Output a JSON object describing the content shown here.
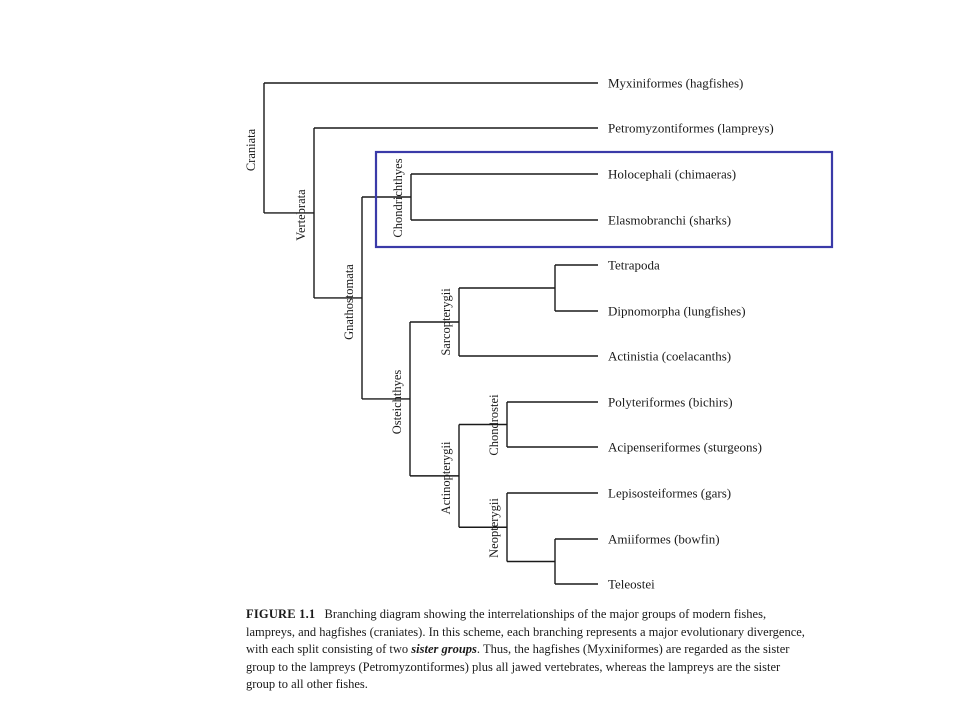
{
  "leaves": [
    {
      "id": "myxiniformes",
      "label": "Myxiniformes (hagfishes)"
    },
    {
      "id": "petromyzontiformes",
      "label": "Petromyzontiformes (lampreys)"
    },
    {
      "id": "holocephali",
      "label": "Holocephali (chimaeras)"
    },
    {
      "id": "elasmobranchi",
      "label": "Elasmobranchi (sharks)"
    },
    {
      "id": "tetrapoda",
      "label": "Tetrapoda"
    },
    {
      "id": "dipnomorpha",
      "label": "Dipnomorpha (lungfishes)"
    },
    {
      "id": "actinistia",
      "label": "Actinistia (coelacanths)"
    },
    {
      "id": "polyteriformes",
      "label": "Polyteriformes (bichirs)"
    },
    {
      "id": "acipenseriformes",
      "label": "Acipenseriformes (sturgeons)"
    },
    {
      "id": "lepisosteiformes",
      "label": "Lepisosteiformes (gars)"
    },
    {
      "id": "amiiformes",
      "label": "Amiiformes (bowfin)"
    },
    {
      "id": "teleostei",
      "label": "Teleostei"
    }
  ],
  "clades": [
    {
      "id": "craniata",
      "label": "Craniata"
    },
    {
      "id": "vertebrata",
      "label": "Vertebrata"
    },
    {
      "id": "gnathostomata",
      "label": "Gnathostomata"
    },
    {
      "id": "chondrichthyes",
      "label": "Chondrichthyes"
    },
    {
      "id": "osteichthyes",
      "label": "Osteichthyes"
    },
    {
      "id": "sarcopterygii",
      "label": "Sarcopterygii"
    },
    {
      "id": "actinopterygii",
      "label": "Actinopterygii"
    },
    {
      "id": "chondrostei",
      "label": "Chondrostei"
    },
    {
      "id": "neopterygii",
      "label": "Neopterygii"
    }
  ],
  "edges": [
    [
      "craniata",
      "myxiniformes"
    ],
    [
      "craniata",
      "vertebrata"
    ],
    [
      "vertebrata",
      "petromyzontiformes"
    ],
    [
      "vertebrata",
      "gnathostomata"
    ],
    [
      "gnathostomata",
      "chondrichthyes"
    ],
    [
      "gnathostomata",
      "osteichthyes"
    ],
    [
      "chondrichthyes",
      "holocephali"
    ],
    [
      "chondrichthyes",
      "elasmobranchi"
    ],
    [
      "osteichthyes",
      "sarcopterygii"
    ],
    [
      "osteichthyes",
      "actinopterygii"
    ],
    [
      "sarcopterygii",
      "tetrapoda_dipno"
    ],
    [
      "sarcopterygii",
      "actinistia"
    ],
    [
      "tetrapoda_dipno",
      "tetrapoda"
    ],
    [
      "tetrapoda_dipno",
      "dipnomorpha"
    ],
    [
      "actinopterygii",
      "chondrostei"
    ],
    [
      "actinopterygii",
      "neopterygii"
    ],
    [
      "chondrostei",
      "polyteriformes"
    ],
    [
      "chondrostei",
      "acipenseriformes"
    ],
    [
      "neopterygii",
      "lepisosteiformes"
    ],
    [
      "neopterygii",
      "amia_teleo"
    ],
    [
      "amia_teleo",
      "amiiformes"
    ],
    [
      "amia_teleo",
      "teleostei"
    ]
  ],
  "highlight": {
    "target": "chondrichthyes",
    "color": "#3a3aa8"
  },
  "caption": {
    "figure_label": "FIGURE 1.1",
    "text_before": "Branching diagram showing the interrelationships of the major groups of modern fishes, lampreys, and hagfishes (craniates). In this scheme, each branching represents a major evolutionary divergence, with each split consisting of two",
    "emphasis": "sister groups",
    "text_after": ". Thus, the hagfishes (Myxiniformes) are regarded as the sister group to the lampreys (Petromyzontiformes) plus all jawed vertebrates, whereas the lampreys are the sister group to all other fishes."
  }
}
